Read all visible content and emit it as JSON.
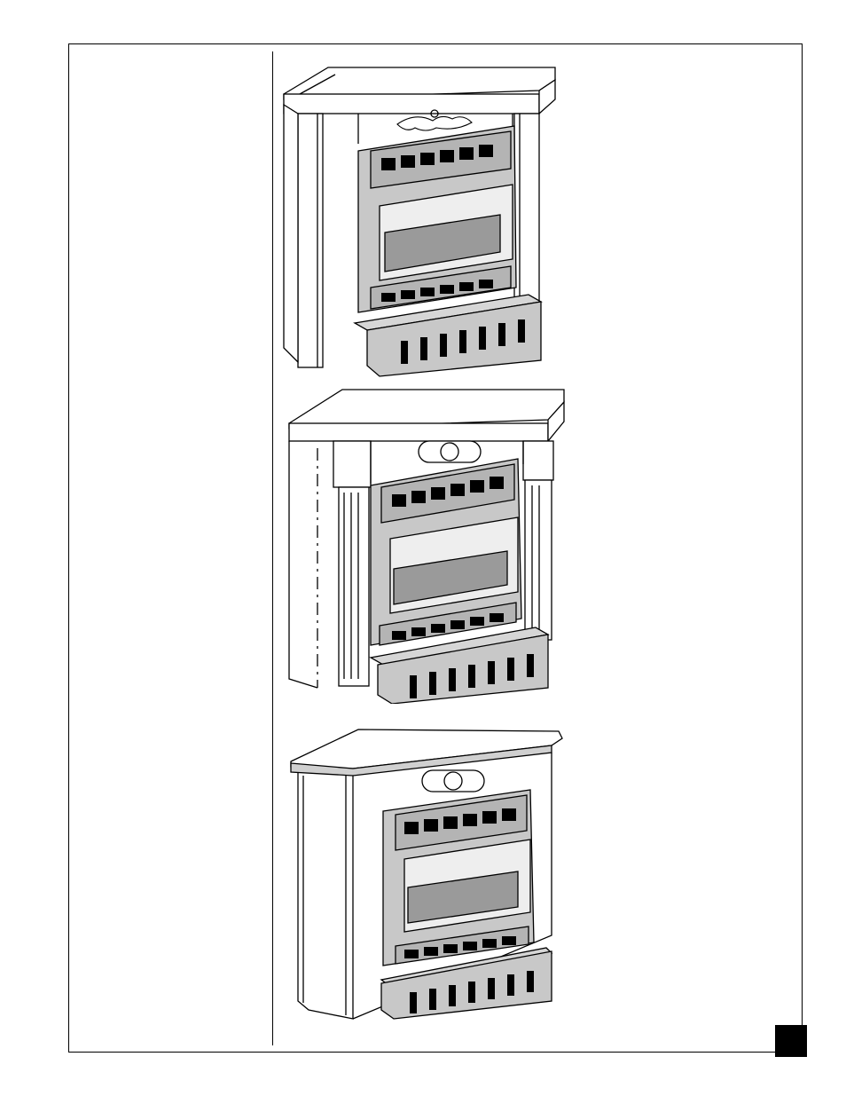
{
  "page": {
    "illustrations": [
      {
        "name": "fireplace-mantel-1",
        "icon": "fireplace-illustration"
      },
      {
        "name": "fireplace-mantel-2",
        "icon": "fireplace-illustration"
      },
      {
        "name": "fireplace-mantel-corner",
        "icon": "fireplace-illustration"
      }
    ],
    "colors": {
      "line": "#000000",
      "heater_fill": "#c8c8c8",
      "heater_dark": "#9a9a9a",
      "background": "#ffffff"
    },
    "page_number": ""
  }
}
